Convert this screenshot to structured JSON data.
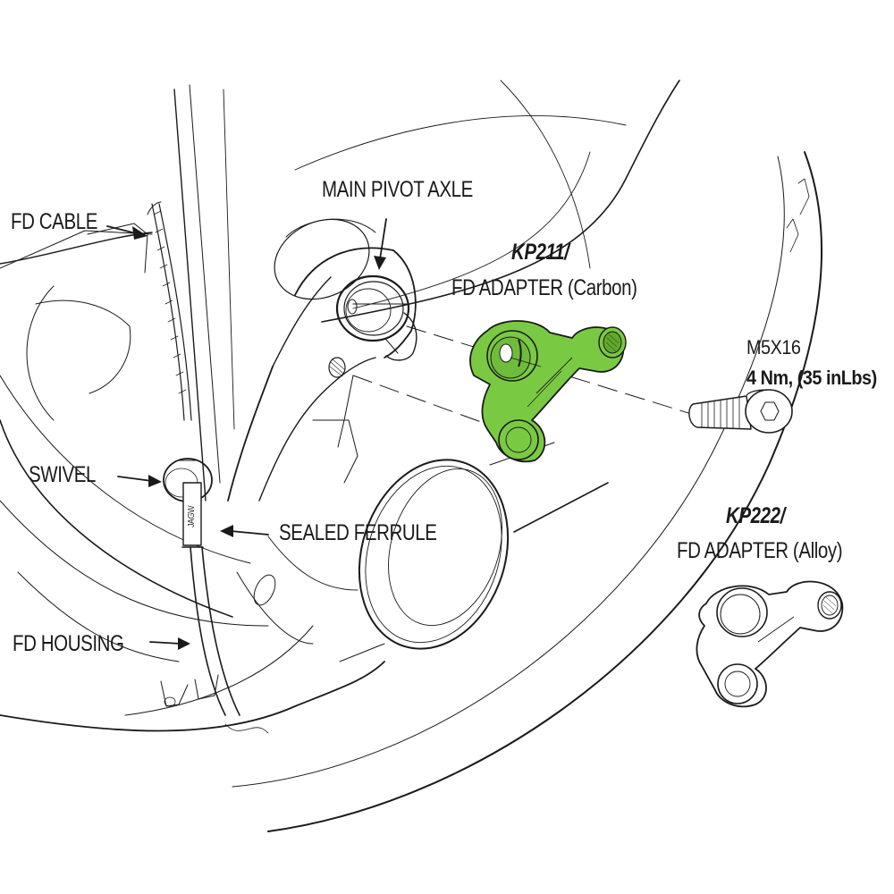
{
  "diagram": {
    "type": "exploded-parts-view",
    "subject": "Bicycle frame front derailleur mount at main pivot",
    "colors": {
      "line": "#1a1a1a",
      "highlight_part": "#7ac943",
      "highlight_part_shade": "#5fa82c",
      "background": "#ffffff"
    }
  },
  "callouts": {
    "fd_cable": "FD CABLE",
    "main_pivot_axle": "MAIN PIVOT AXLE",
    "swivel": "SWIVEL",
    "sealed_ferrule": "SEALED  FERRULE",
    "fd_housing": "FD HOUSING",
    "ferrule_marking": "JAGW"
  },
  "parts": {
    "carbon_adapter": {
      "part_number": "KP211/",
      "description": "FD ADAPTER (Carbon)",
      "highlighted": true
    },
    "alloy_adapter": {
      "part_number": "KP222/",
      "description": "FD ADAPTER (Alloy)",
      "highlighted": false
    },
    "bolt": {
      "size": "M5X16",
      "torque": "4 Nm, (35 inLbs)",
      "icon": "socket-head-cap-screw"
    }
  }
}
